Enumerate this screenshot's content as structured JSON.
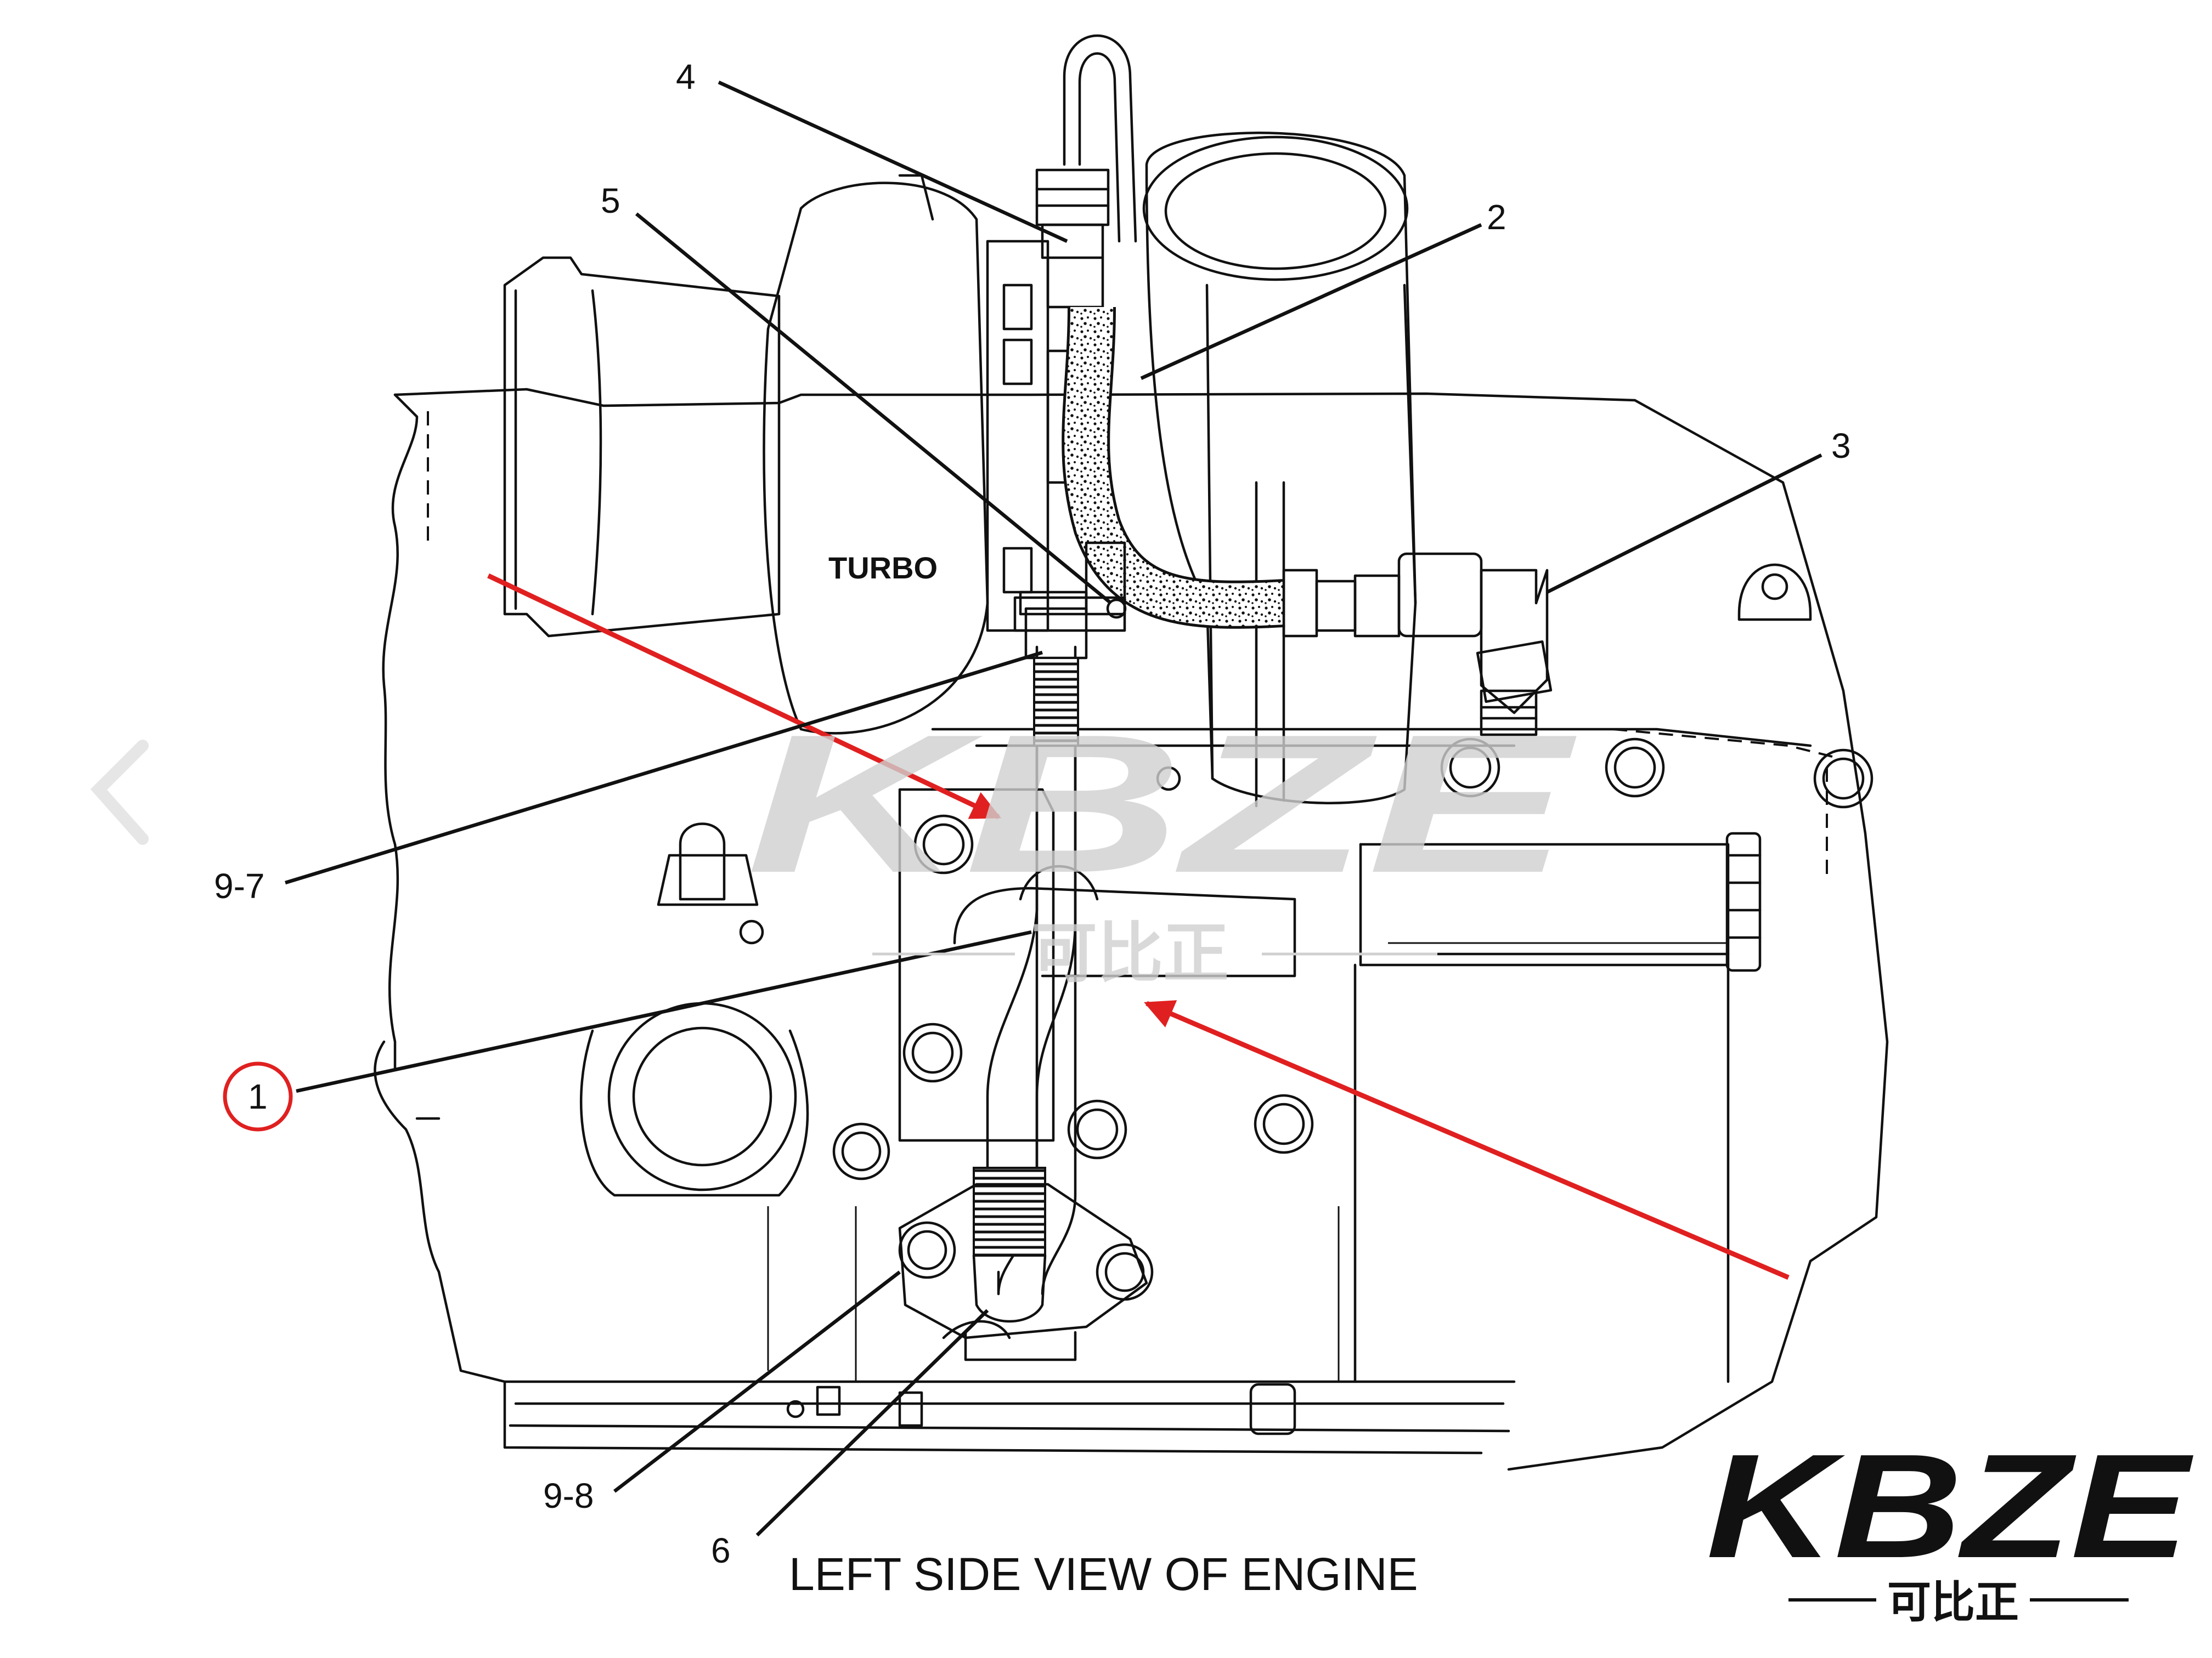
{
  "labels": {
    "turbo": "TURBO"
  },
  "callouts": {
    "c1": "1",
    "c2": "2",
    "c3": "3",
    "c4": "4",
    "c5": "5",
    "c6": "6",
    "c9_7": "9-7",
    "c9_8": "9-8"
  },
  "caption": "LEFT SIDE VIEW OF ENGINE",
  "watermark": {
    "text": "KBZE",
    "chinese": "可比正"
  },
  "brand": {
    "text": "KBZE",
    "chinese": "可比正"
  },
  "colors": {
    "highlight": "#e02020",
    "line": "#111111",
    "watermark": "#d0d0d0"
  }
}
